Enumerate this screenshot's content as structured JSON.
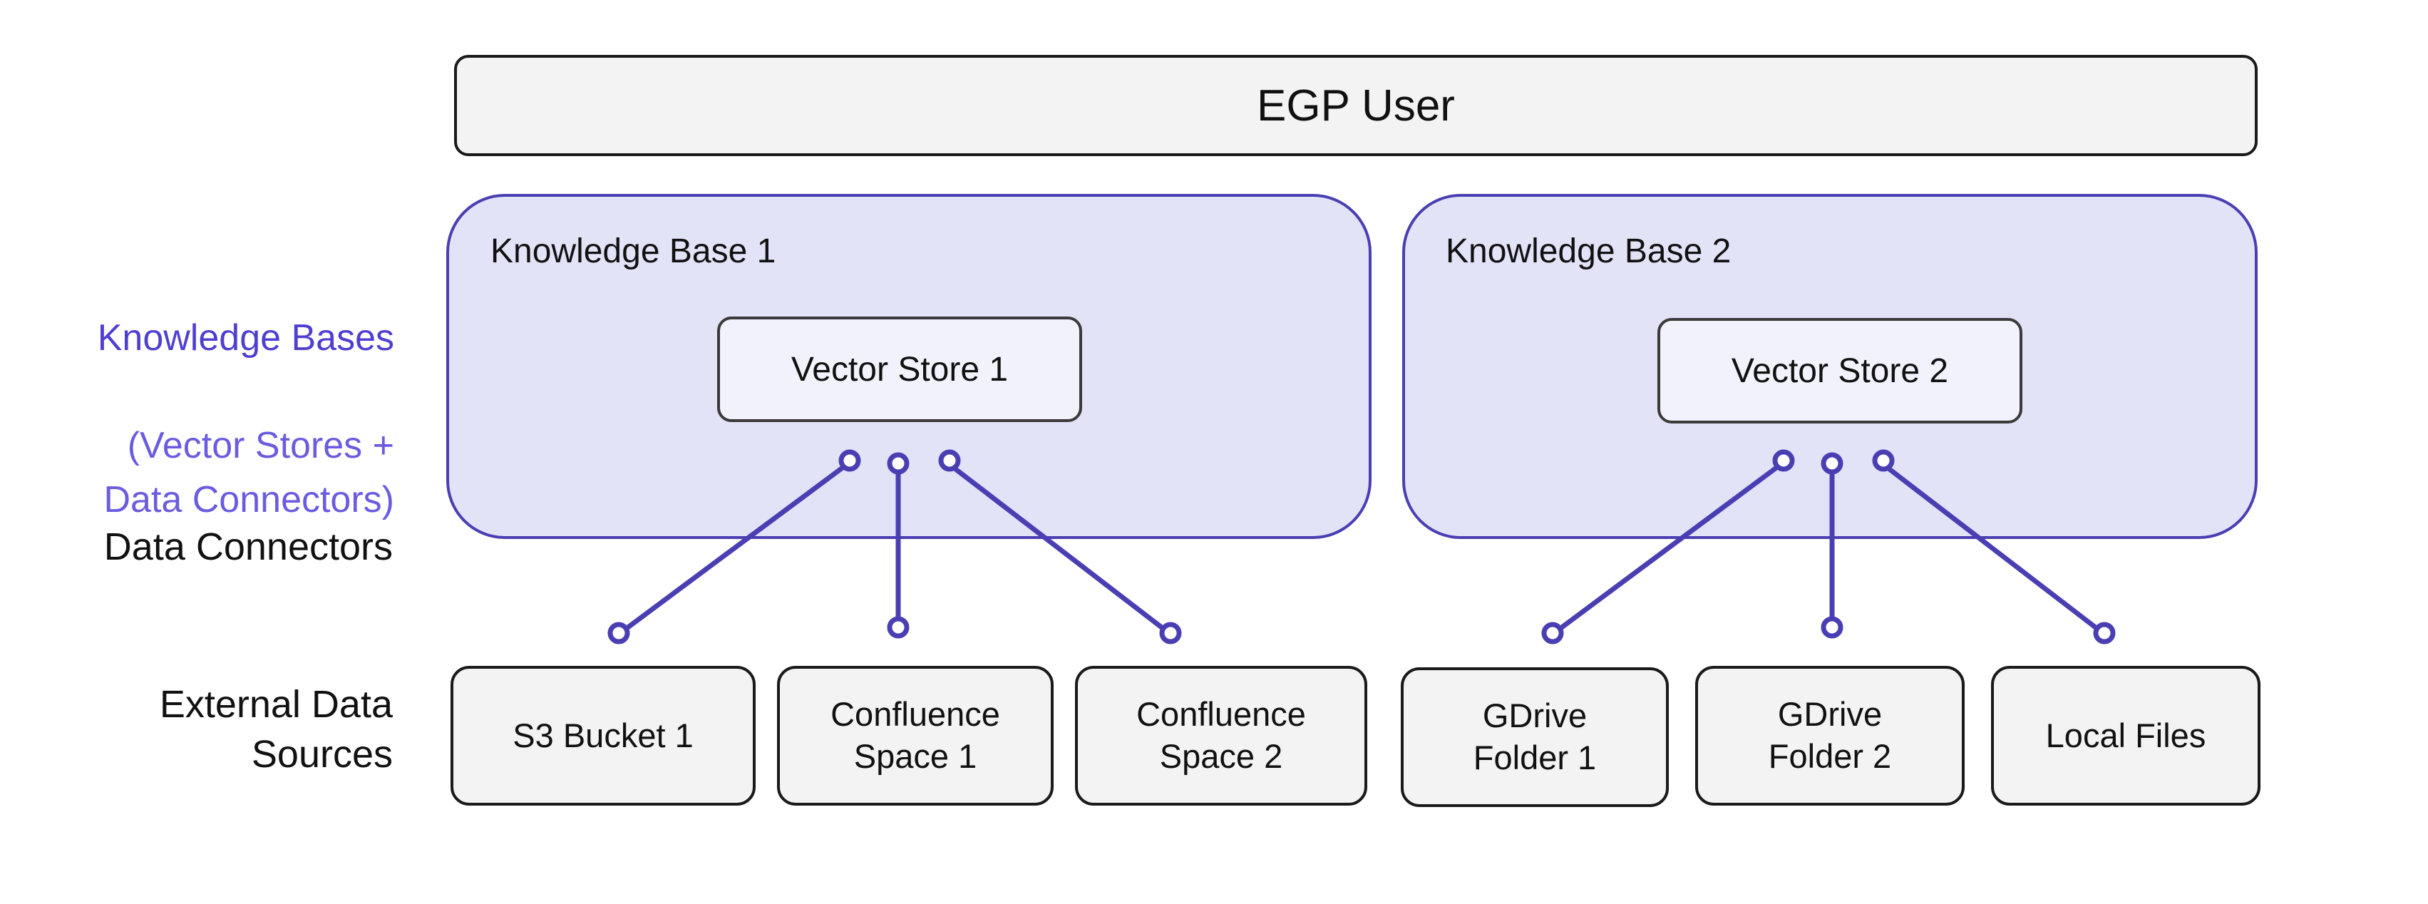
{
  "colors": {
    "accent": "#4a3fb2",
    "kb_fill": "#e3e3f8",
    "label_purple": "#4f3fd1",
    "box_fill": "#f3f3f3",
    "border": "#1a1a1a"
  },
  "labels": {
    "knowledge_bases": "Knowledge Bases",
    "knowledge_bases_sub": "(Vector Stores +\nData Connectors)",
    "data_connectors": "Data Connectors",
    "external_sources": "External Data\nSources"
  },
  "user": {
    "label": "EGP User"
  },
  "knowledge_bases": [
    {
      "title": "Knowledge Base 1",
      "vector_store": "Vector Store 1"
    },
    {
      "title": "Knowledge Base 2",
      "vector_store": "Vector Store 2"
    }
  ],
  "sources": [
    {
      "label": "S3 Bucket 1"
    },
    {
      "label": "Confluence\nSpace 1"
    },
    {
      "label": "Confluence\nSpace 2"
    },
    {
      "label": "GDrive\nFolder 1"
    },
    {
      "label": "GDrive\nFolder 2"
    },
    {
      "label": "Local Files"
    }
  ]
}
